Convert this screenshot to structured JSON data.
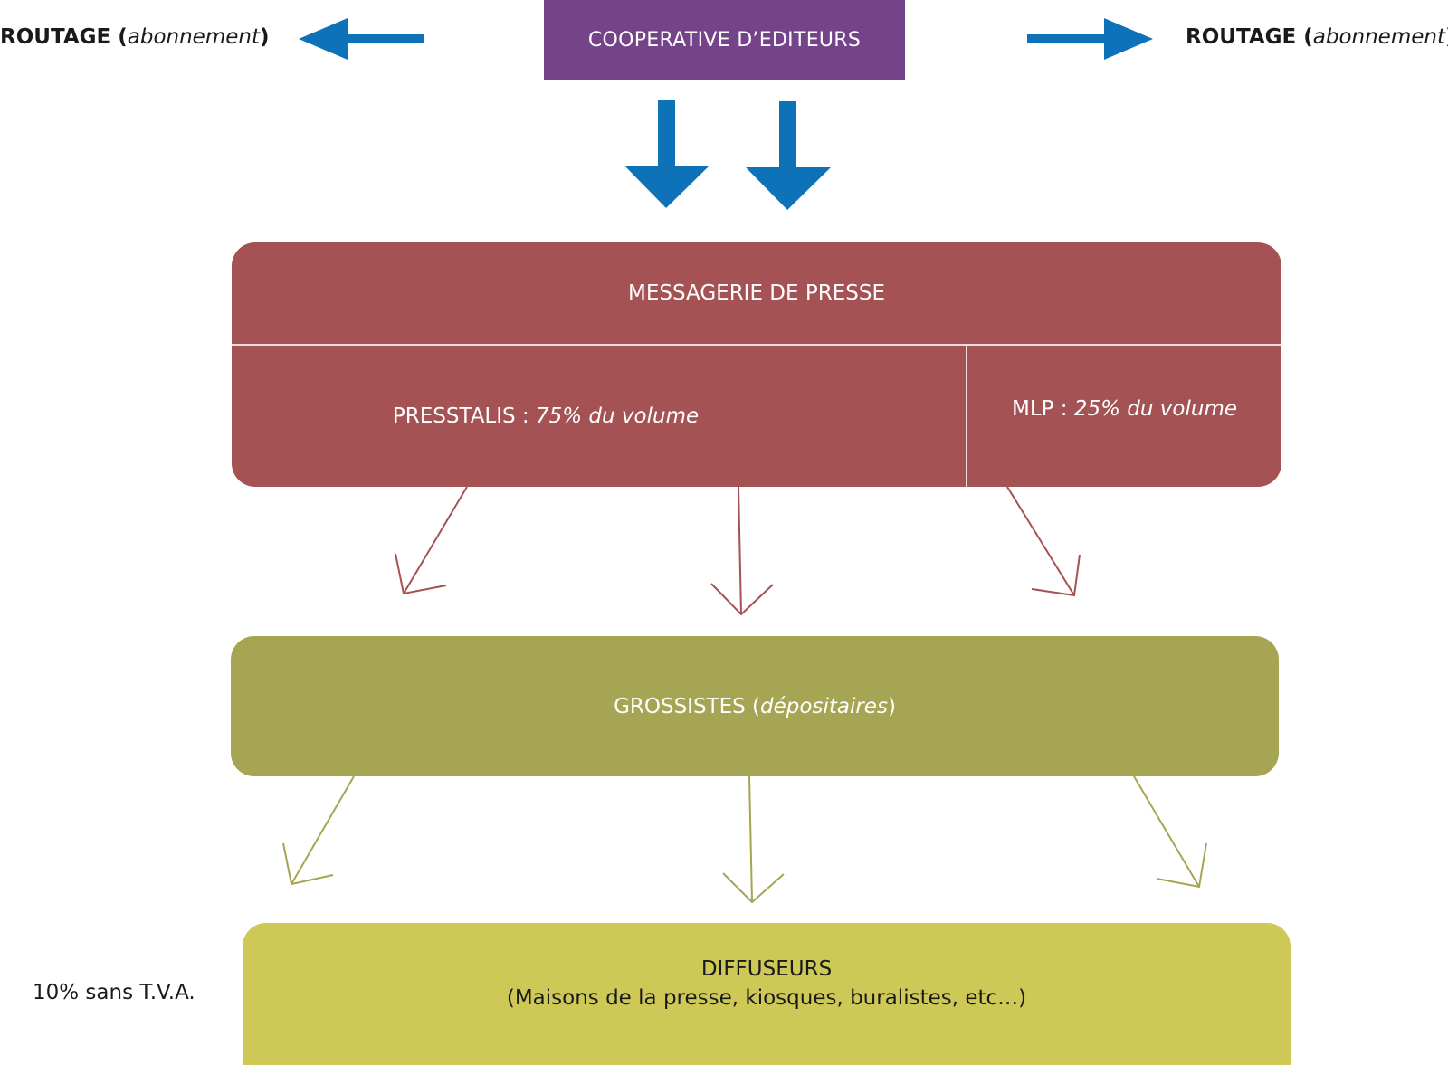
{
  "routage_left": {
    "main": "ROUTAGE (",
    "italic": "abonnement",
    "close": ")"
  },
  "routage_right": {
    "main": "ROUTAGE (",
    "italic": "abonnement",
    "close": ")"
  },
  "cooperative": {
    "label": "COOPERATIVE D’EDITEURS"
  },
  "messagerie": {
    "title": "MESSAGERIE DE PRESSE",
    "presstalis": {
      "name": "PRESSTALIS : ",
      "share": "75% du volume"
    },
    "mlp": {
      "name": "MLP : ",
      "share": "25% du volume"
    }
  },
  "grossistes": {
    "main": "GROSSISTES (",
    "italic": "dépositaires",
    "close": ")"
  },
  "diffuseurs": {
    "title": "DIFFUSEURS",
    "subtitle": "(Maisons de la presse, kiosques, buralistes, etc…)"
  },
  "tva_note": "10% sans T.V.A.",
  "colors": {
    "blue_arrow": "#0e72b8",
    "cooperative": "#75438a",
    "messagerie": "#a45253",
    "grossistes": "#a6a553",
    "diffuseurs": "#cec957"
  }
}
